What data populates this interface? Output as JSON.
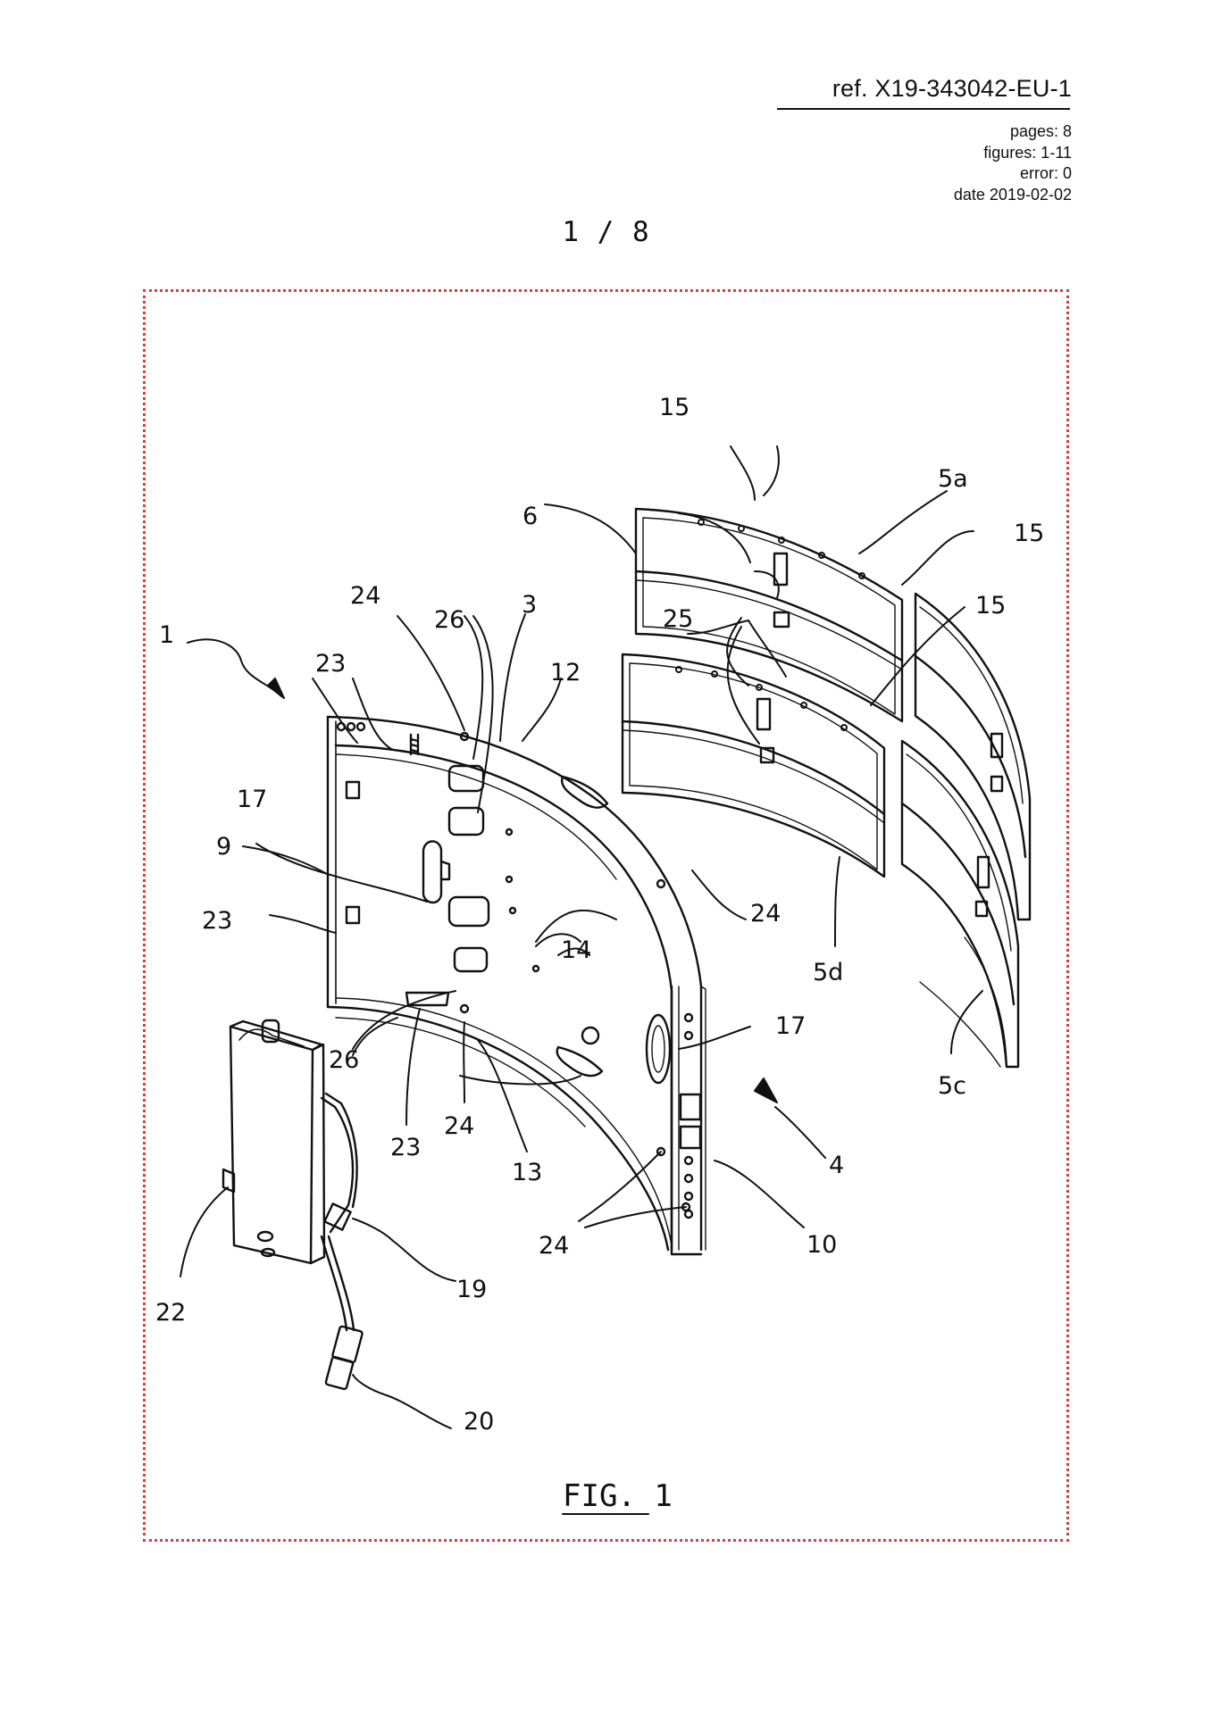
{
  "header": {
    "ref": "ref. X19-343042-EU-1",
    "pages": "pages: 8",
    "figures": "figures: 1-11",
    "error": "error: 0",
    "date": "date 2019-02-02"
  },
  "page_indicator": "1 / 8",
  "figure_caption": "FIG. 1",
  "reference_numerals": {
    "n1": "1",
    "n3": "3",
    "n4": "4",
    "n5a": "5a",
    "n5c": "5c",
    "n5d": "5d",
    "n6": "6",
    "n9": "9",
    "n10": "10",
    "n12": "12",
    "n13": "13",
    "n14": "14",
    "n15": "15",
    "n17": "17",
    "n19": "19",
    "n20": "20",
    "n22": "22",
    "n23": "23",
    "n24": "24",
    "n25": "25",
    "n26": "26"
  },
  "colors": {
    "frame": "#e23a3a",
    "ink": "#111111"
  }
}
